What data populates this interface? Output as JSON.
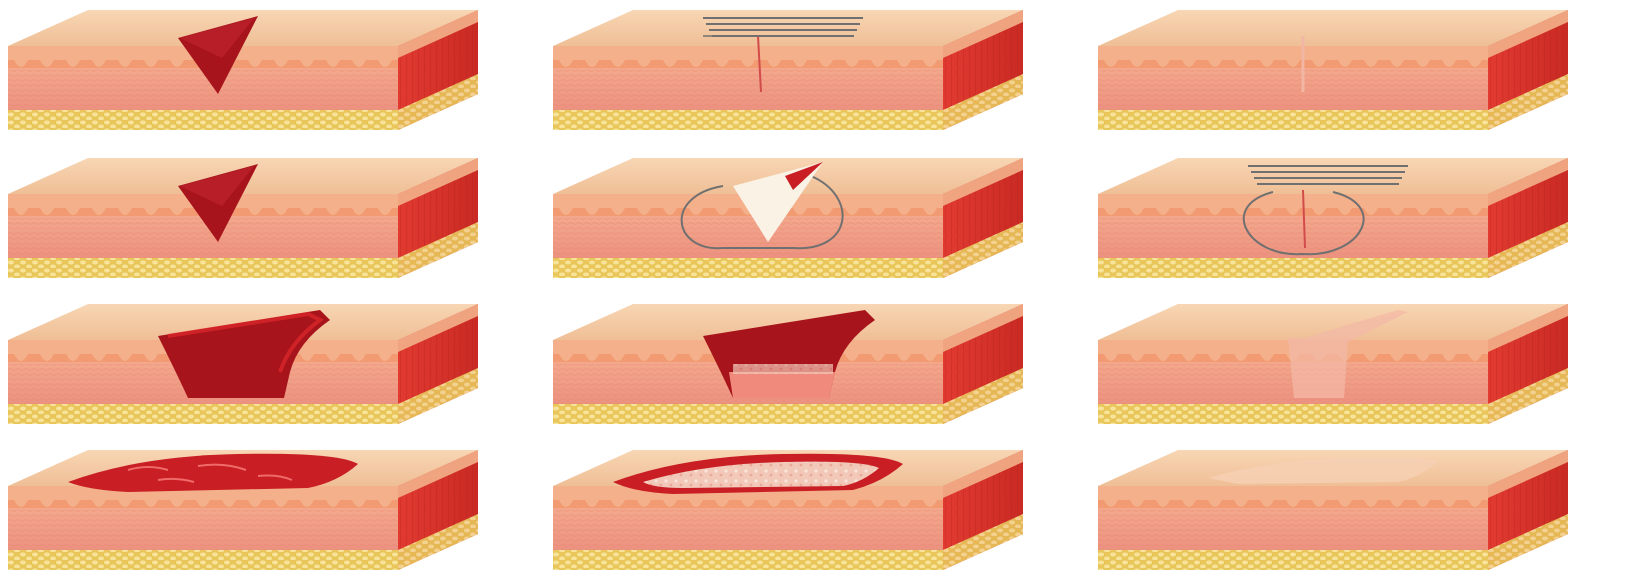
{
  "colors": {
    "background": "#ffffff",
    "skin_top": "#f2c39a",
    "skin_top_light": "#f7d3b0",
    "epidermis": "#f0a07a",
    "dermis": "#ee9a86",
    "dermis_line": "#e88572",
    "fat": "#e9c95a",
    "fat_dot": "#f6e28f",
    "side": "#e8463a",
    "side_dark": "#cc2f28",
    "wound_dark": "#a8141c",
    "wound_red": "#c81e24",
    "wound_bright": "#e0282c",
    "granulation": "#f0c6b8",
    "suture": "#707070",
    "scar": "#f3b8a6",
    "fibrin": "#fbf2e6"
  },
  "legend": [],
  "rows": [
    {
      "cells": [
        {
          "wound": "deep-narrow-open-wound",
          "stage": "open"
        },
        {
          "wound": "sutured-incision",
          "stage": "closed-with-sutures"
        },
        {
          "wound": "healed-thin-scar",
          "stage": "healed"
        }
      ]
    },
    {
      "cells": [
        {
          "wound": "deep-narrow-open-wound",
          "stage": "open"
        },
        {
          "wound": "wound-with-fibrin-and-suture-loops",
          "stage": "suturing"
        },
        {
          "wound": "sutured-wound-with-loop",
          "stage": "closed-with-sutures"
        }
      ]
    },
    {
      "cells": [
        {
          "wound": "wide-open-wound",
          "stage": "open"
        },
        {
          "wound": "wound-with-granulation-base",
          "stage": "granulating"
        },
        {
          "wound": "healed-wide-scar",
          "stage": "healed"
        }
      ]
    },
    {
      "cells": [
        {
          "wound": "shallow-abrasion",
          "stage": "open"
        },
        {
          "wound": "abrasion-granulating",
          "stage": "granulating"
        },
        {
          "wound": "healed-abrasion",
          "stage": "healed"
        }
      ]
    }
  ]
}
